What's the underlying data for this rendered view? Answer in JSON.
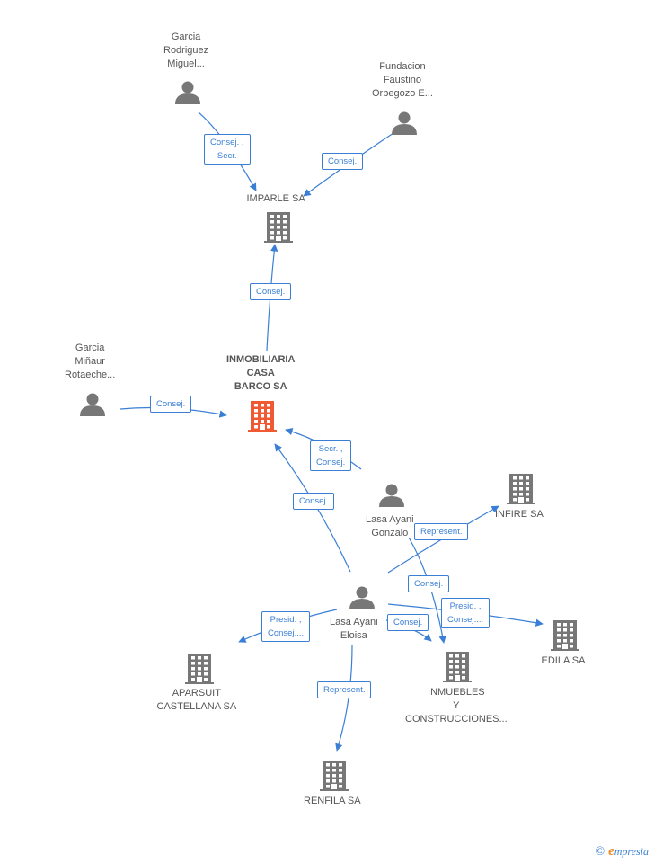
{
  "colors": {
    "edge": "#3a7fd5",
    "person": "#777777",
    "building": "#777777",
    "main_building": "#ef5a33"
  },
  "nodes": [
    {
      "id": "garcia_rodriguez",
      "kind": "person",
      "lines": [
        "Garcia",
        "Rodriguez",
        "Miguel..."
      ]
    },
    {
      "id": "fundacion",
      "kind": "person",
      "lines": [
        "Fundacion",
        "Faustino",
        "Orbegozo E..."
      ]
    },
    {
      "id": "imparle",
      "kind": "company",
      "lines": [
        "IMPARLE SA"
      ]
    },
    {
      "id": "garcia_minaur",
      "kind": "person",
      "lines": [
        "Garcia",
        "Miñaur",
        "Rotaeche..."
      ]
    },
    {
      "id": "inmobiliaria",
      "kind": "main",
      "lines": [
        "INMOBILIARIA",
        "CASA",
        "BARCO SA"
      ]
    },
    {
      "id": "lasa_gonzalo",
      "kind": "person",
      "lines": [
        "Lasa Ayani",
        "Gonzalo"
      ]
    },
    {
      "id": "infire",
      "kind": "company",
      "lines": [
        "INFIRE SA"
      ]
    },
    {
      "id": "lasa_eloisa",
      "kind": "person",
      "lines": [
        "Lasa Ayani",
        "Eloisa"
      ]
    },
    {
      "id": "edila",
      "kind": "company",
      "lines": [
        "EDILA SA"
      ]
    },
    {
      "id": "aparsuit",
      "kind": "company",
      "lines": [
        "APARSUIT",
        "CASTELLANA SA"
      ]
    },
    {
      "id": "inmuebles",
      "kind": "company",
      "lines": [
        "INMUEBLES",
        "Y",
        "CONSTRUCCIONES..."
      ]
    },
    {
      "id": "renfila",
      "kind": "company",
      "lines": [
        "RENFILA SA"
      ]
    }
  ],
  "edges": [
    {
      "id": "e1",
      "from": "garcia_rodriguez",
      "to": "imparle",
      "lines": [
        "Consej. ,",
        "Secr."
      ]
    },
    {
      "id": "e2",
      "from": "fundacion",
      "to": "imparle",
      "lines": [
        "Consej."
      ]
    },
    {
      "id": "e3",
      "from": "inmobiliaria",
      "to": "imparle",
      "lines": [
        "Consej."
      ]
    },
    {
      "id": "e4",
      "from": "garcia_minaur",
      "to": "inmobiliaria",
      "lines": [
        "Consej."
      ]
    },
    {
      "id": "e5",
      "from": "lasa_gonzalo",
      "to": "inmobiliaria",
      "lines": [
        "Secr. ,",
        "Consej."
      ]
    },
    {
      "id": "e6",
      "from": "lasa_eloisa",
      "to": "inmobiliaria",
      "lines": [
        "Consej."
      ]
    },
    {
      "id": "e7",
      "from": "lasa_eloisa",
      "to": "infire",
      "lines": [
        "Represent."
      ]
    },
    {
      "id": "e8",
      "from": "lasa_gonzalo",
      "to": "inmuebles",
      "lines": [
        "Consej."
      ]
    },
    {
      "id": "e9",
      "from": "lasa_eloisa",
      "to": "edila",
      "lines": [
        "Presid. ,",
        "Consej...."
      ]
    },
    {
      "id": "e10",
      "from": "lasa_eloisa",
      "to": "inmuebles",
      "lines": [
        "Consej."
      ]
    },
    {
      "id": "e11",
      "from": "lasa_eloisa",
      "to": "aparsuit",
      "lines": [
        "Presid. ,",
        "Consej...."
      ]
    },
    {
      "id": "e12",
      "from": "lasa_eloisa",
      "to": "renfila",
      "lines": [
        "Represent."
      ]
    }
  ],
  "watermark": {
    "copyright": "©",
    "brand_initial": "e",
    "brand_rest": "mpresia"
  }
}
